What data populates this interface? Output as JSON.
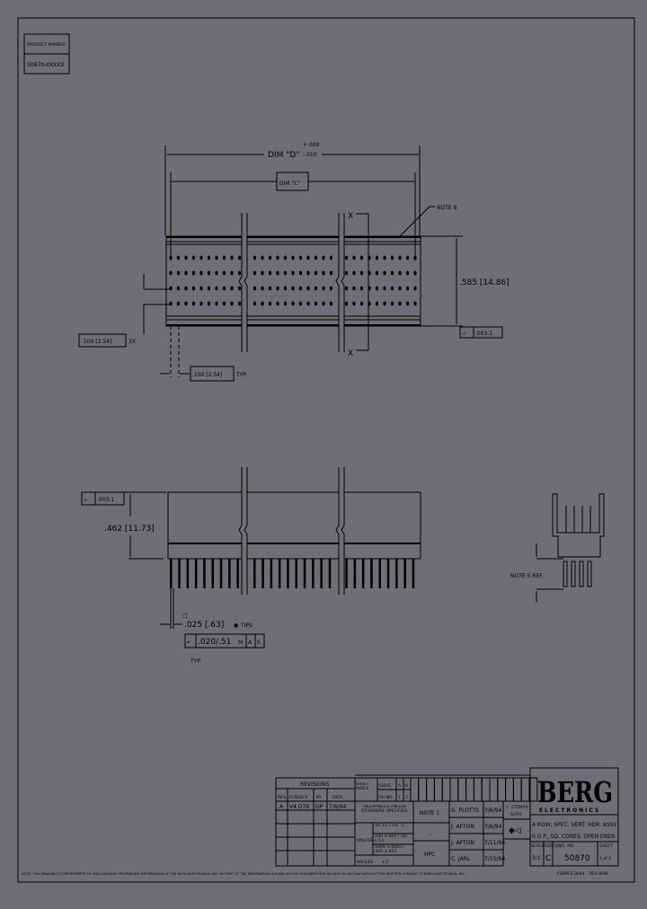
{
  "product_block": {
    "label": "PRODUCT NUMBER",
    "value": "50870-XXXXX"
  },
  "top_view": {
    "dim_d": "DIM \"D\"",
    "dim_d_tol_plus": "+.000",
    "dim_d_tol_minus": "-.010",
    "dim_c": "DIM \"C\"",
    "note_8": "NOTE 8",
    "section_mark": "X",
    "height_dim": ".585 [14.86]",
    "flatness": ".003:1",
    "row_pitch": ".100 [2.54]",
    "row_pitch_qty": "3X",
    "col_pitch": ".100 [2.54]",
    "col_pitch_typ": "TYP."
  },
  "front_view": {
    "flatness": ".003:1",
    "height_dim": ".462 [11.73]",
    "pin_size": ".025 [.63]",
    "pin_size_suffix": "TIPS",
    "position_tol": ".020/.51",
    "modifier_m": "M",
    "datum": "A",
    "modifier_s": "S",
    "typ": "TYP."
  },
  "side_view": {
    "note": "NOTE 5 REF."
  },
  "title_block": {
    "revisions_header": "REVISIONS",
    "rev_cols": [
      "REV",
      "ECN/DCR",
      "BY",
      "DATE"
    ],
    "rev_row": [
      "A",
      "V4 D78",
      "GP",
      "7/6/94"
    ],
    "sheet_index": "SHEET INDEX",
    "issue": "ISSUE",
    "issue_vals": [
      "A",
      "A"
    ],
    "sh_no": "SH NO.",
    "sh_vals": [
      "1",
      "2"
    ],
    "tolerances": "TOLERANCES UNLESS OTHERWISE SPECIFIED",
    "tol_rows": [
      ".00 ±1 / .0± .5",
      ".000 ±.005 / .00 ±.13",
      ".0000 ±.0005 / .000 ±.013"
    ],
    "unless": "UNLESS",
    "angles_label": "ANGLES",
    "angles": "±1°",
    "material": "NOTE 1",
    "finish": "-",
    "product_family": "HPC",
    "drawn": "G. PLOTTS",
    "drawn_date": "7/6/94",
    "checked": "J. AFTON",
    "checked_date": "7/6/94",
    "eng": "J. AFTON",
    "eng_date": "7/11/94",
    "appr": "C. JARL",
    "appr_date": "7/15/94",
    "cad_file": "C. STONER",
    "cad_sub": "SCPH",
    "logo": "BERG",
    "logo_sub": "ELECTRONICS",
    "title_line1": "4 ROW, SPEC. VERT. HDR. ASSY.",
    "title_line2": "0 G.P., SQ. CORES, OPEN ENDS",
    "scale_label": "SCALE",
    "scale": "3:1",
    "size_label": "SIZE",
    "size": "C",
    "dwg_label": "DWG. NO.",
    "dwg_no": "50870",
    "sheet_label": "SHEET",
    "sheet": "1 of 2",
    "form": "FORM E-3044",
    "rev_date": "REV 8/94"
  },
  "footer_note": "NOTE: THIS DRAWING IS THE PROPERTY OF AND CONTAINS PROPRIETARY INFORMATION OF THE BERG ELECTRONICS, INC. NO PART OF THE INFORMATION SHOWN ON THIS DOCUMENT MAY BE USED IN ANY WAY WITHOUT THE WRITTEN CONSENT OF BERG ELECTRONICS, INC."
}
